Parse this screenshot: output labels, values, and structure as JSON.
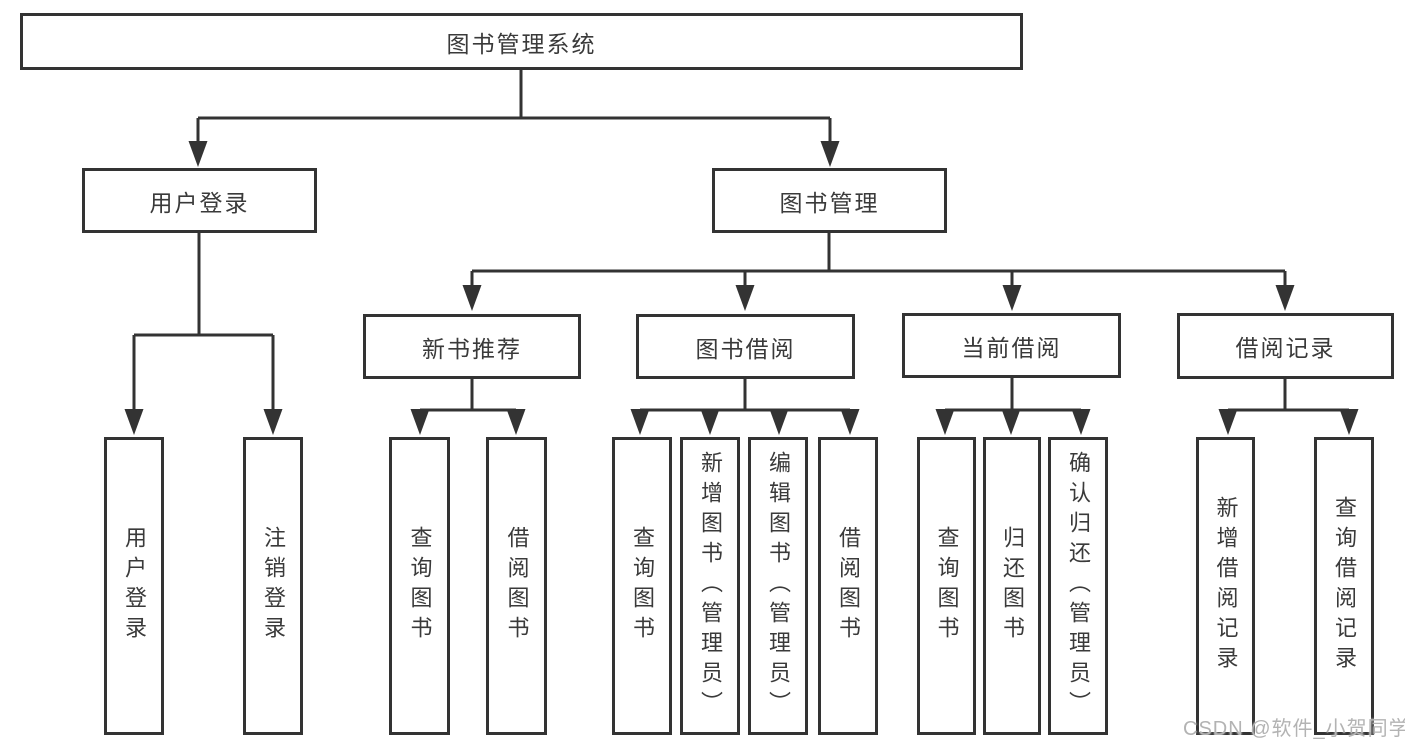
{
  "diagram": {
    "nodes": {
      "root": "图书管理系统",
      "level2": [
        "用户登录",
        "图书管理"
      ],
      "level3": [
        "新书推荐",
        "图书借阅",
        "当前借阅",
        "借阅记录"
      ],
      "leaves_user_login": [
        "用户登录",
        "注销登录"
      ],
      "leaves_new_book": [
        "查询图书",
        "借阅图书"
      ],
      "leaves_book_borrow": [
        "查询图书",
        "新增图书（管理员）",
        "编辑图书（管理员）",
        "借阅图书"
      ],
      "leaves_current_borrow": [
        "查询图书",
        "归还图书",
        "确认归还（管理员）"
      ],
      "leaves_borrow_record": [
        "新增借阅记录",
        "查询借阅记录"
      ]
    },
    "colors": {
      "line": "#333333",
      "text": "#3a3a3a",
      "background": "#ffffff",
      "watermark_color": "#b3b3b3"
    }
  },
  "watermark": "CSDN @软件_小贺同学"
}
